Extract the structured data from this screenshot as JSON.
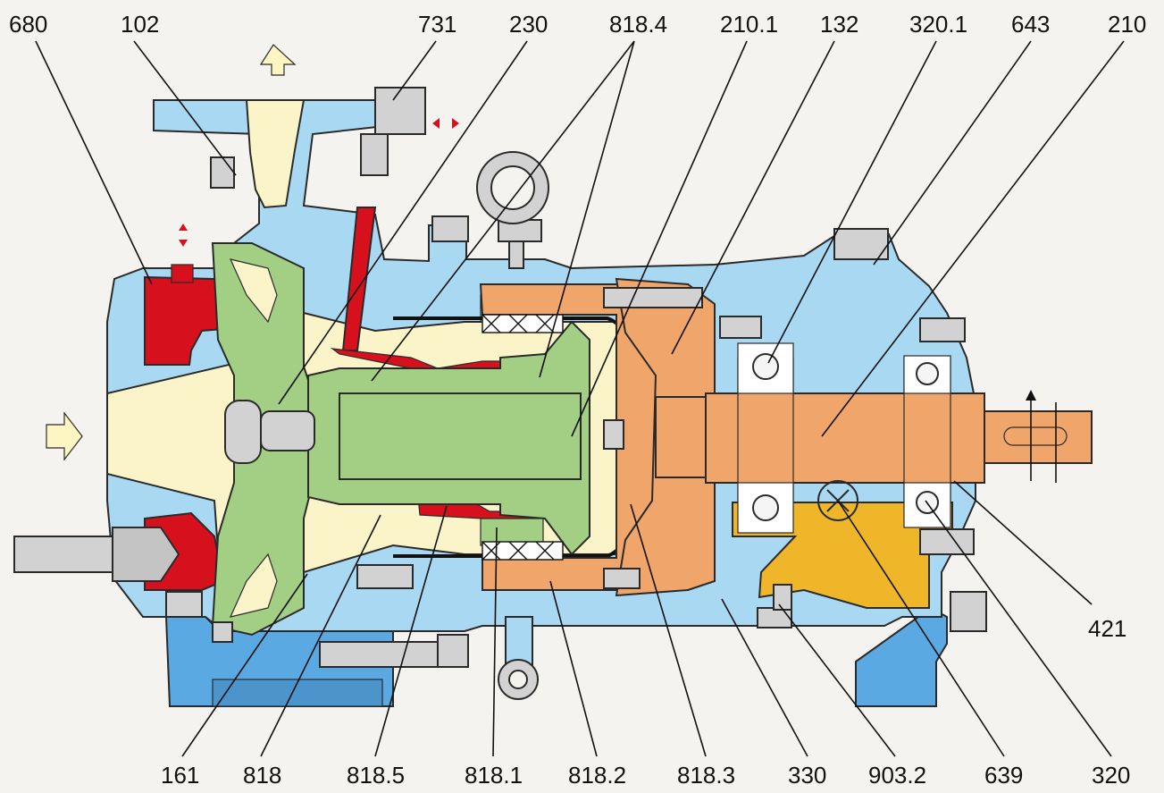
{
  "figure": {
    "kind": "sectional drawing of a magnetic-drive centrifugal pump",
    "colors": {
      "casing": "#a9d8f2",
      "liquid_end": "#fbf4c8",
      "magnet_assembly": "#a3cf85",
      "drive_rotor": "#f0a66b",
      "seal_elements": "#d7101e",
      "oil": "#efb62a",
      "base": "#5aa9e3",
      "fasteners": "#d2d2d2"
    },
    "flow_arrows": [
      "inlet",
      "outlet"
    ],
    "top_labels": [
      {
        "id": "l680",
        "text": "680"
      },
      {
        "id": "l102",
        "text": "102"
      },
      {
        "id": "l731",
        "text": "731"
      },
      {
        "id": "l230",
        "text": "230"
      },
      {
        "id": "l8184",
        "text": "818.4"
      },
      {
        "id": "l2101",
        "text": "210.1"
      },
      {
        "id": "l132",
        "text": "132"
      },
      {
        "id": "l3201",
        "text": "320.1"
      },
      {
        "id": "l643",
        "text": "643"
      },
      {
        "id": "l210",
        "text": "210"
      }
    ],
    "side_labels": [
      {
        "id": "l421",
        "text": "421"
      }
    ],
    "bottom_labels": [
      {
        "id": "l161",
        "text": "161"
      },
      {
        "id": "l818",
        "text": "818"
      },
      {
        "id": "l8185",
        "text": "818.5"
      },
      {
        "id": "l8181",
        "text": "818.1"
      },
      {
        "id": "l8182",
        "text": "818.2"
      },
      {
        "id": "l8183",
        "text": "818.3"
      },
      {
        "id": "l330",
        "text": "330"
      },
      {
        "id": "l9032",
        "text": "903.2"
      },
      {
        "id": "l639",
        "text": "639"
      },
      {
        "id": "l320",
        "text": "320"
      }
    ]
  }
}
